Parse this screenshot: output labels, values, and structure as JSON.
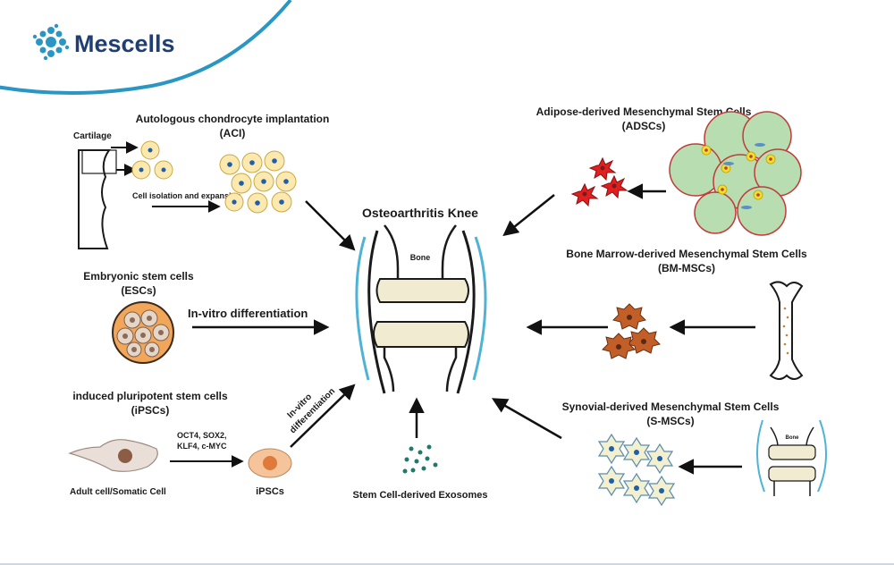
{
  "brand": {
    "name": "Mescells",
    "accent": "#2a96c4",
    "text_color": "#1f3f72"
  },
  "diagram": {
    "center_title": "Osteoarthritis Knee",
    "bone_label": "Bone",
    "aci": {
      "title_line1": "Autologous chondrocyte implantation",
      "title_line2": "(ACI)",
      "cartilage": "Cartilage",
      "step": "Cell isolation and expansion"
    },
    "esc": {
      "title_line1": "Embryonic stem cells",
      "title_line2": "(ESCs)",
      "step": "In-vitro differentiation"
    },
    "ipsc": {
      "title_line1": "induced pluripotent stem cells",
      "title_line2": "(iPSCs)",
      "factors_line1": "OCT4, SOX2,",
      "factors_line2": "KLF4, c-MYC",
      "source": "Adult cell/Somatic Cell",
      "target": "iPSCs",
      "step_line1": "In-vitro",
      "step_line2": "differentiation"
    },
    "exosomes": {
      "label": "Stem Cell-derived Exosomes"
    },
    "adsc": {
      "title_line1": "Adipose-derived Mesenchymal Stem Cells",
      "title_line2": "(ADSCs)"
    },
    "bmmsc": {
      "title_line1": "Bone Marrow-derived Mesenchymal Stem Cells",
      "title_line2": "(BM-MSCs)"
    },
    "smsc": {
      "title_line1": "Synovial-derived Mesenchymal Stem Cells",
      "title_line2": "(S-MSCs)",
      "mini_bone_label": "Bone"
    }
  }
}
